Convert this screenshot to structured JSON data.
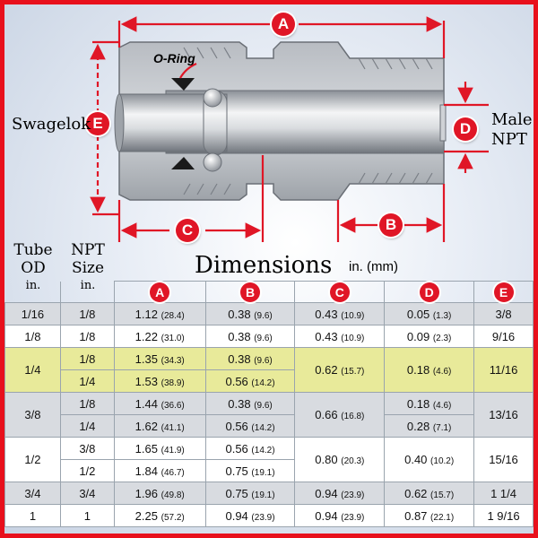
{
  "diagram": {
    "labels": {
      "A": "A",
      "B": "B",
      "C": "C",
      "D": "D",
      "E": "E",
      "oring": "O-Ring",
      "swagelok": "Swagelok",
      "male": "Male",
      "npt": "NPT"
    },
    "colors": {
      "frame": "#e8101c",
      "marker": "#e01626",
      "highlight": "#e8ea9a",
      "dimension_arrow": "#e01626"
    }
  },
  "table": {
    "title": "Dimensions",
    "units": "in. (mm)",
    "col_headers": {
      "tube_od": [
        "Tube",
        "OD",
        "in."
      ],
      "npt_size": [
        "NPT",
        "Size",
        "in."
      ],
      "dims": [
        "A",
        "B",
        "C",
        "D",
        "E"
      ]
    },
    "rows": [
      {
        "tube": "1/16",
        "npt": "1/8",
        "a": "1.12",
        "a_mm": "(28.4)",
        "b": "0.38",
        "b_mm": "(9.6)",
        "c": "0.43",
        "c_mm": "(10.9)",
        "d": "0.05",
        "d_mm": "(1.3)",
        "e": "3/8"
      },
      {
        "tube": "1/8",
        "npt": "1/8",
        "a": "1.22",
        "a_mm": "(31.0)",
        "b": "0.38",
        "b_mm": "(9.6)",
        "c": "0.43",
        "c_mm": "(10.9)",
        "d": "0.09",
        "d_mm": "(2.3)",
        "e": "9/16"
      },
      {
        "tube": "1/4",
        "npt": "1/8",
        "a": "1.35",
        "a_mm": "(34.3)",
        "b": "0.38",
        "b_mm": "(9.6)",
        "c": "0.62",
        "c_mm": "(15.7)",
        "d": "0.18",
        "d_mm": "(4.6)",
        "e": "11/16"
      },
      {
        "tube": "",
        "npt": "1/4",
        "a": "1.53",
        "a_mm": "(38.9)",
        "b": "0.56",
        "b_mm": "(14.2)"
      },
      {
        "tube": "3/8",
        "npt": "1/8",
        "a": "1.44",
        "a_mm": "(36.6)",
        "b": "0.38",
        "b_mm": "(9.6)",
        "c": "0.66",
        "c_mm": "(16.8)",
        "d": "0.18",
        "d_mm": "(4.6)",
        "e": "13/16"
      },
      {
        "tube": "",
        "npt": "1/4",
        "a": "1.62",
        "a_mm": "(41.1)",
        "b": "0.56",
        "b_mm": "(14.2)",
        "d": "0.28",
        "d_mm": "(7.1)"
      },
      {
        "tube": "1/2",
        "npt": "3/8",
        "a": "1.65",
        "a_mm": "(41.9)",
        "b": "0.56",
        "b_mm": "(14.2)",
        "c": "0.80",
        "c_mm": "(20.3)",
        "d": "0.40",
        "d_mm": "(10.2)",
        "e": "15/16"
      },
      {
        "tube": "",
        "npt": "1/2",
        "a": "1.84",
        "a_mm": "(46.7)",
        "b": "0.75",
        "b_mm": "(19.1)"
      },
      {
        "tube": "3/4",
        "npt": "3/4",
        "a": "1.96",
        "a_mm": "(49.8)",
        "b": "0.75",
        "b_mm": "(19.1)",
        "c": "0.94",
        "c_mm": "(23.9)",
        "d": "0.62",
        "d_mm": "(15.7)",
        "e": "1 1/4"
      },
      {
        "tube": "1",
        "npt": "1",
        "a": "2.25",
        "a_mm": "(57.2)",
        "b": "0.94",
        "b_mm": "(23.9)",
        "c": "0.94",
        "c_mm": "(23.9)",
        "d": "0.87",
        "d_mm": "(22.1)",
        "e": "1 9/16"
      }
    ]
  }
}
